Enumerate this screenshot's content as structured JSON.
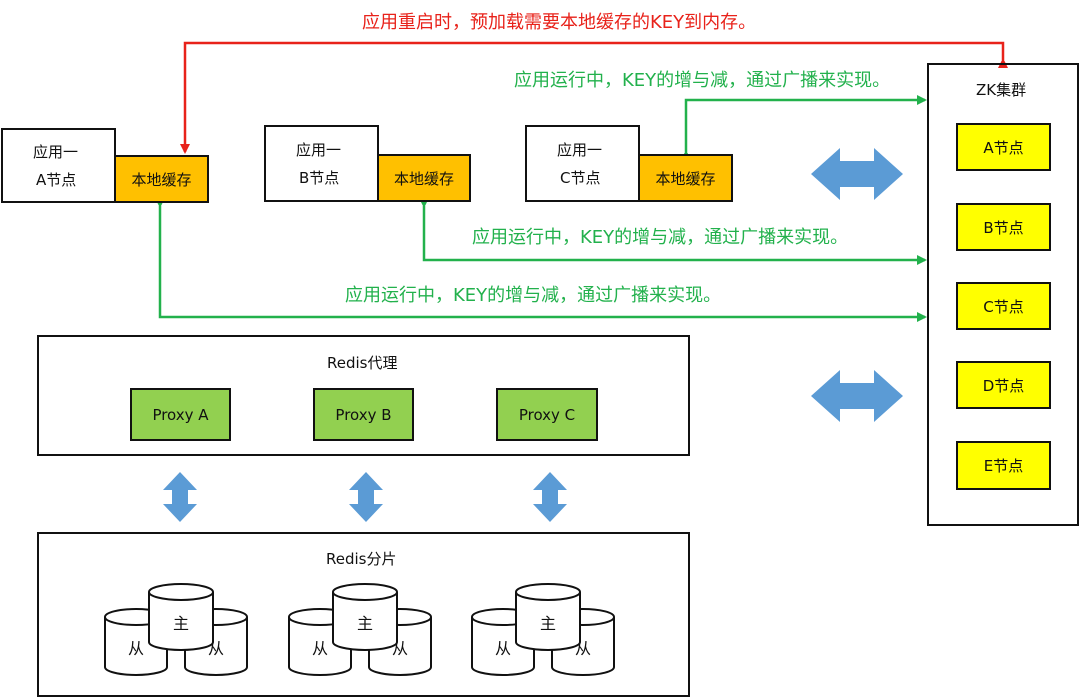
{
  "apps": [
    {
      "name": "应用一",
      "node": "A节点",
      "cache": "本地缓存"
    },
    {
      "name": "应用一",
      "node": "B节点",
      "cache": "本地缓存"
    },
    {
      "name": "应用一",
      "node": "C节点",
      "cache": "本地缓存"
    }
  ],
  "labels": {
    "restart": "应用重启时，预加载需要本地缓存的KEY到内存。",
    "broadcast": "应用运行中，KEY的增与减，通过广播来实现。"
  },
  "zk": {
    "title": "ZK集群",
    "nodes": [
      "A节点",
      "B节点",
      "C节点",
      "D节点",
      "E节点"
    ]
  },
  "proxy": {
    "title": "Redis代理",
    "items": [
      "Proxy A",
      "Proxy B",
      "Proxy C"
    ]
  },
  "shard": {
    "title": "Redis分片",
    "master": "主",
    "slave": "从"
  },
  "colors": {
    "red_arrow": "#e8221a",
    "green_arrow": "#22b14c",
    "cache": "#ffc000",
    "zk_node": "#ffff00",
    "proxy": "#92d050",
    "double_arrow": "#5b9bd5"
  }
}
